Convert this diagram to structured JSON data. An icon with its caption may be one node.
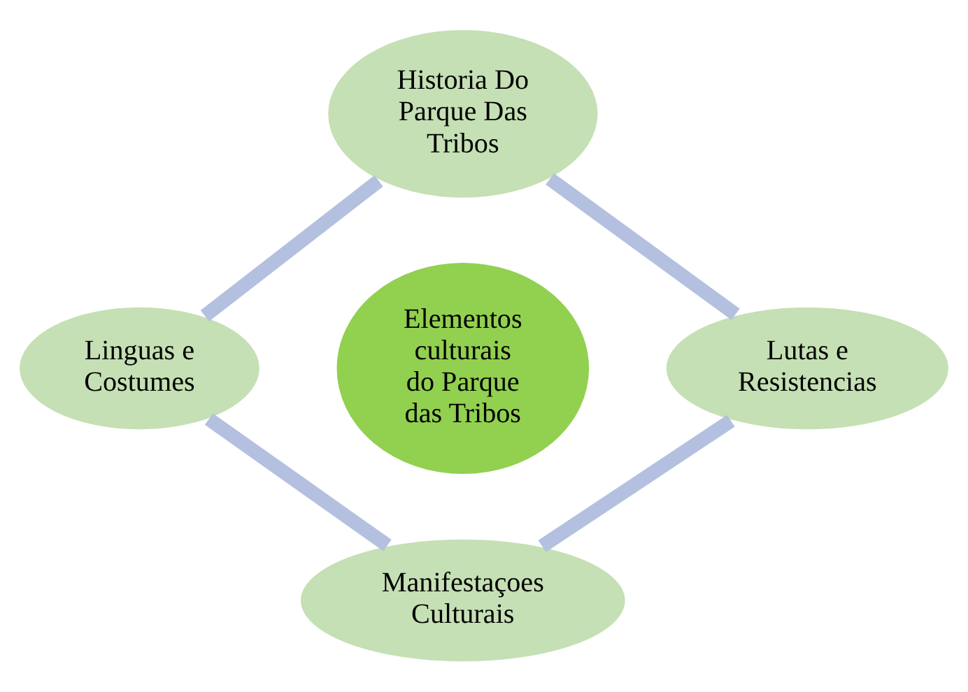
{
  "diagram": {
    "nodes": [
      {
        "text": [
          "Historia Do Parque Das Tribos"
        ]
      },
      {
        "text": [
          "Linguas e Costumes"
        ]
      },
      {
        "text": [
          "Elementos culturais do Parque das Tribos"
        ]
      },
      {
        "text": [
          "Lutas e Resistencias"
        ]
      },
      {
        "text": [
          "Manifestaçoes Culturais"
        ]
      }
    ],
    "edges": [
      {
        "from": 0,
        "to": 3,
        "arrow": "none"
      },
      {
        "from": 3,
        "to": 4,
        "arrow": "none"
      },
      {
        "from": 4,
        "to": 1,
        "arrow": "none"
      },
      {
        "from": 1,
        "to": 0,
        "arrow": "none"
      }
    ]
  }
}
